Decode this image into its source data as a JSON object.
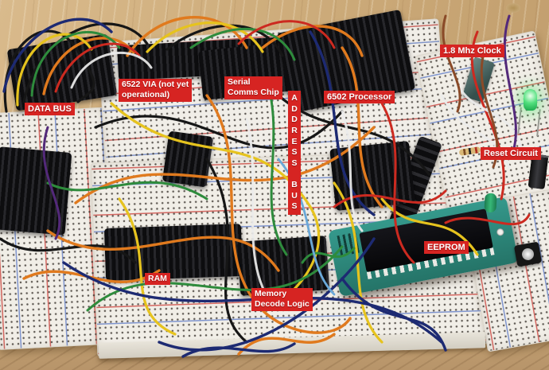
{
  "scene": {
    "description": "Photograph of a homebrew 6502 computer built on interconnected white breadboards on a wooden table, annotated with red labels",
    "components": [
      "breadboards",
      "jumper-wires",
      "connector-housings",
      "eeprom-programmer-board",
      "green-led",
      "push-button",
      "electrolytic-capacitor",
      "crystal-oscillator",
      "resistor"
    ]
  },
  "labels": {
    "data_bus": "DATA BUS",
    "via": "6522 VIA (not yet\noperational)",
    "serial": "Serial\nComms Chip",
    "address_bus": "A\nD\nD\nR\nE\nS\nS\n\nB\nU\nS",
    "processor": "6502 Processor",
    "clock": "1.8 Mhz Clock",
    "reset": "Reset Circuit",
    "ram": "RAM",
    "memory_decode": "Memory\nDecode Logic",
    "eeprom": "EEPROM"
  },
  "palette": {
    "label_background": "#d62422",
    "label_text": "#ffffff",
    "wood": "#cdab7a",
    "breadboard": "#f1eee7",
    "rail_red": "#cd443e",
    "rail_blue": "#5876c6",
    "eeprom_board": "#2f948a",
    "led_green": "#3ad06a",
    "wire_colors": [
      "#e07a1e",
      "#e6c31e",
      "#161616",
      "#2e8b3c",
      "#1d2a72",
      "#cc2a20",
      "#ececec",
      "#8a4a28",
      "#53297a",
      "#6aa8d8"
    ]
  }
}
